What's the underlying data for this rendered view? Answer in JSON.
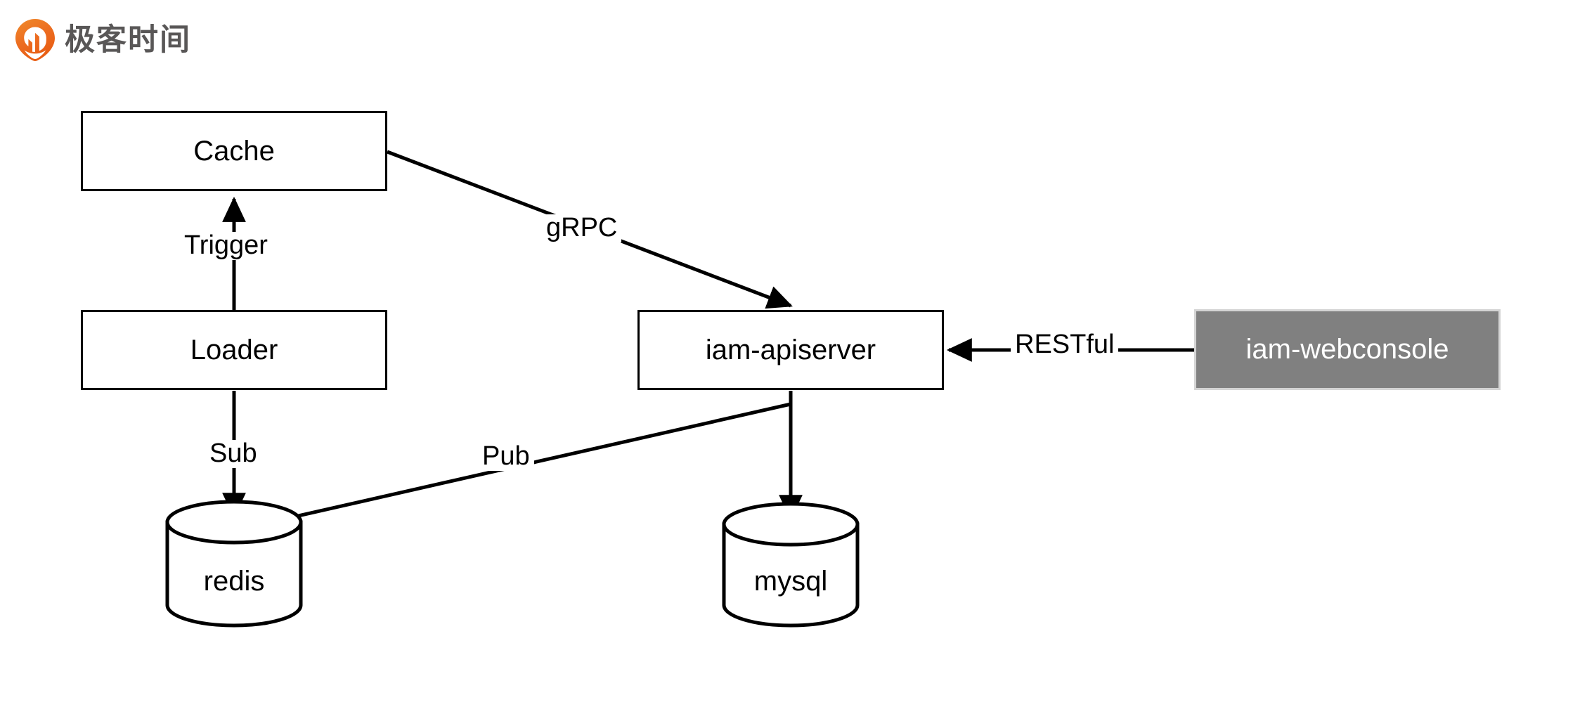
{
  "brand": {
    "logo_icon": "geektime-pin-icon",
    "name": "极客时间",
    "accent_color": "#EC6C20",
    "text_color": "#595757"
  },
  "diagram": {
    "type": "architecture-flow",
    "background": "#FFFFFF",
    "stroke_color": "#000000",
    "nodes": [
      {
        "id": "cache",
        "label": "Cache",
        "shape": "rect",
        "fill": "#FFFFFF",
        "text_color": "#000000"
      },
      {
        "id": "loader",
        "label": "Loader",
        "shape": "rect",
        "fill": "#FFFFFF",
        "text_color": "#000000"
      },
      {
        "id": "iam-apiserver",
        "label": "iam-apiserver",
        "shape": "rect",
        "fill": "#FFFFFF",
        "text_color": "#000000"
      },
      {
        "id": "iam-webconsole",
        "label": "iam-webconsole",
        "shape": "rect",
        "fill": "#808080",
        "text_color": "#FFFFFF"
      },
      {
        "id": "redis",
        "label": "redis",
        "shape": "cylinder",
        "fill": "#FFFFFF",
        "text_color": "#000000"
      },
      {
        "id": "mysql",
        "label": "mysql",
        "shape": "cylinder",
        "fill": "#FFFFFF",
        "text_color": "#000000"
      }
    ],
    "edges": [
      {
        "id": "loader-cache",
        "from": "loader",
        "to": "cache",
        "label": "Trigger",
        "arrow": "to"
      },
      {
        "id": "cache-apiserver",
        "from": "cache",
        "to": "iam-apiserver",
        "label": "gRPC",
        "arrow": "to"
      },
      {
        "id": "webconsole-apiserver",
        "from": "iam-webconsole",
        "to": "iam-apiserver",
        "label": "RESTful",
        "arrow": "to"
      },
      {
        "id": "loader-redis",
        "from": "loader",
        "to": "redis",
        "label": "Sub",
        "arrow": "to"
      },
      {
        "id": "apiserver-redis",
        "from": "iam-apiserver",
        "to": "redis",
        "label": "Pub",
        "arrow": "to"
      },
      {
        "id": "apiserver-mysql",
        "from": "iam-apiserver",
        "to": "mysql",
        "label": "",
        "arrow": "to"
      }
    ]
  }
}
